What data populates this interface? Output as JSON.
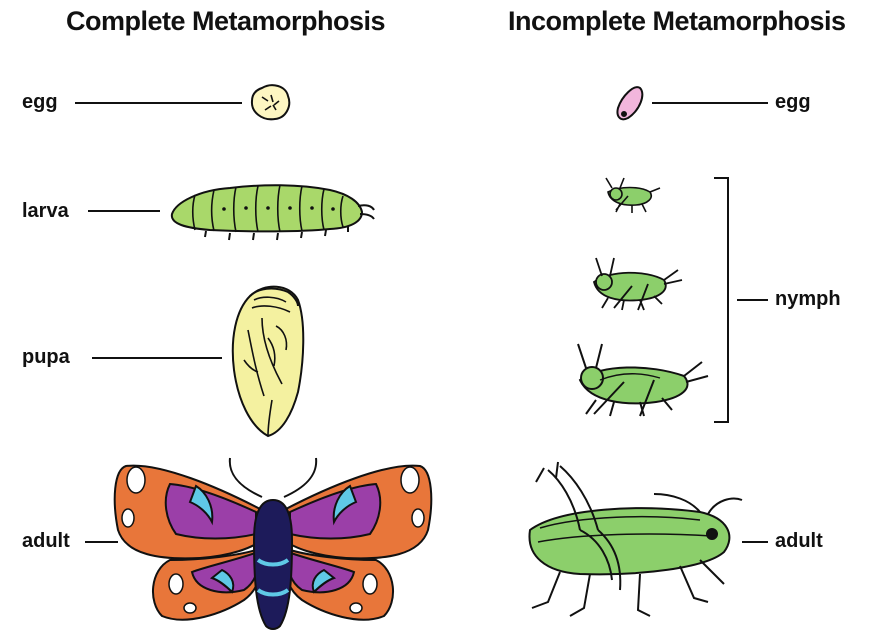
{
  "titles": {
    "complete": "Complete Metamorphosis",
    "incomplete": "Incomplete Metamorphosis"
  },
  "complete_stages": [
    "egg",
    "larva",
    "pupa",
    "adult"
  ],
  "incomplete_stages": [
    "egg",
    "nymph",
    "adult"
  ],
  "colors": {
    "line": "#111111",
    "egg_left": "#fdf6c2",
    "egg_right": "#f2b6dc",
    "larva": "#a9d86a",
    "pupa": "#f4f1a0",
    "grasshopper": "#8ccf6b",
    "moth_orange": "#e8763a",
    "moth_purple": "#9b3fa8",
    "moth_blue": "#5fc9e6",
    "moth_body": "#1d1b5a"
  }
}
